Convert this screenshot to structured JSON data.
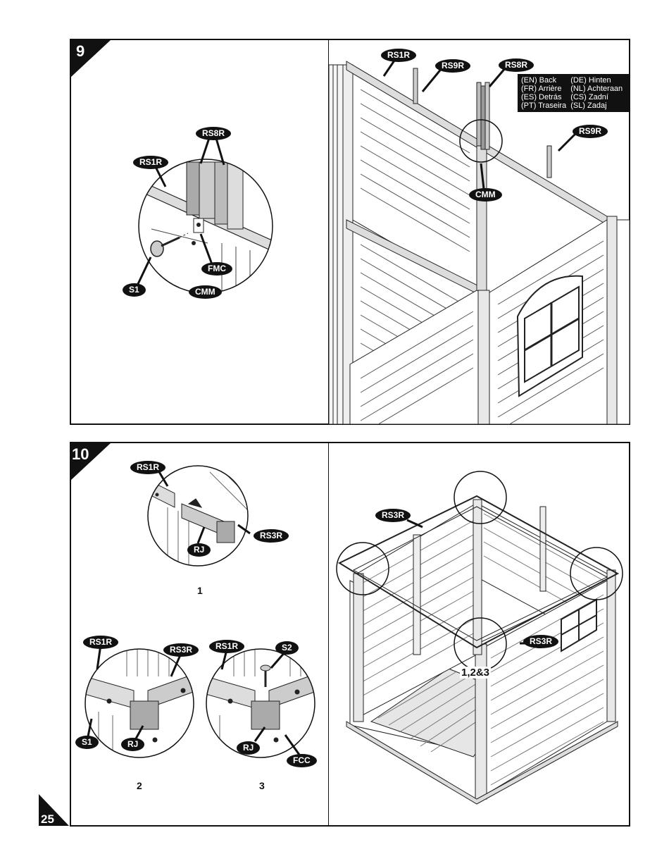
{
  "page": {
    "number": "25"
  },
  "step9": {
    "number": "9",
    "detail_labels": {
      "rs8r": "RS8R",
      "rs1r": "RS1R",
      "fmc": "FMC",
      "s1": "S1",
      "cmm": "CMM"
    },
    "overview_labels": {
      "rs1r": "RS1R",
      "rs9r_a": "RS9R",
      "rs8r": "RS8R",
      "rs9r_b": "RS9R",
      "cmm": "CMM"
    },
    "legend": [
      [
        "(EN) Back",
        "(DE) Hinten"
      ],
      [
        "(FR) Arrière",
        "(NL) Achteraan"
      ],
      [
        "(ES) Detrás",
        "(CS) Zadní"
      ],
      [
        "(PT) Traseira",
        "(SL)  Zadaj"
      ]
    ]
  },
  "step10": {
    "number": "10",
    "sub1": {
      "rs1r": "RS1R",
      "rs3r": "RS3R",
      "rj": "RJ",
      "caption": "1"
    },
    "sub2": {
      "rs1r": "RS1R",
      "rs3r": "RS3R",
      "s1": "S1",
      "rj": "RJ",
      "caption": "2"
    },
    "sub3": {
      "rs1r": "RS1R",
      "s2": "S2",
      "rj": "RJ",
      "fcc": "FCC",
      "caption": "3"
    },
    "overview": {
      "rs3r_a": "RS3R",
      "rs3r_b": "RS3R",
      "steps": "1,2&3"
    }
  }
}
